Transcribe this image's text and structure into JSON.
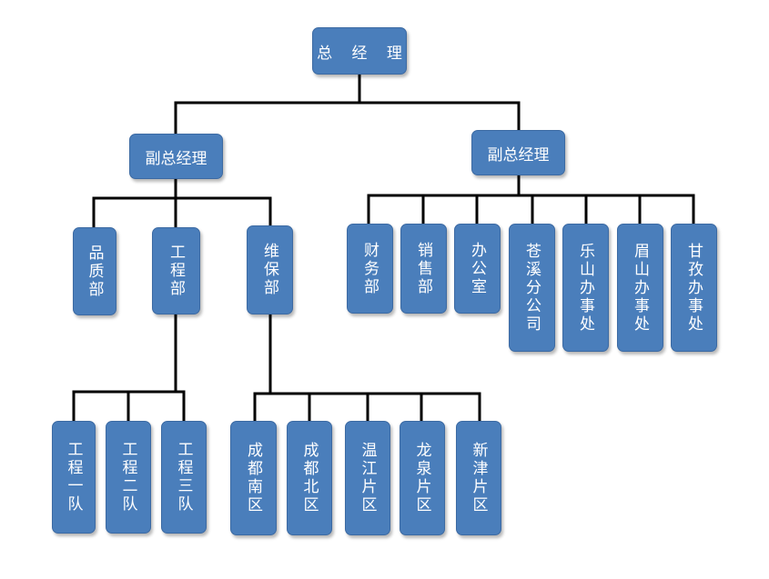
{
  "chart": {
    "root": "总 经 理",
    "vp_left": "副总经理",
    "vp_right": "副总经理",
    "quality": "品质部",
    "engineering": "工程部",
    "maintenance": "维保部",
    "finance": "财务部",
    "sales": "销售部",
    "office": "办公室",
    "cangxi": "苍溪分公司",
    "leshan": "乐山办事处",
    "meishan": "眉山办事处",
    "ganzi": "甘孜办事处",
    "team1": "工程一队",
    "team2": "工程二队",
    "team3": "工程三队",
    "chengdu_south": "成都南区",
    "chengdu_north": "成都北区",
    "wenjiang": "温江片区",
    "longquan": "龙泉片区",
    "xinjin": "新津片区"
  },
  "colors": {
    "box": "#4a7ebb",
    "line": "#000000",
    "text": "#ffffff"
  }
}
